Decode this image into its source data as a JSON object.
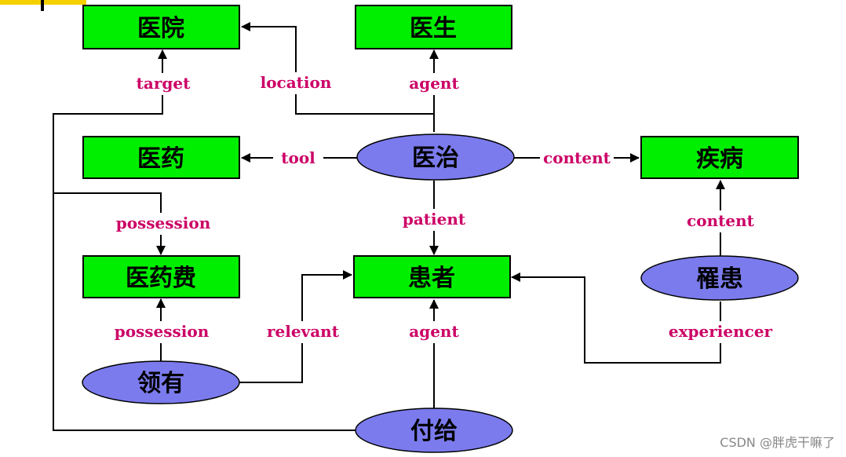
{
  "nodes": {
    "yiyuan": "医院",
    "yisheng": "医生",
    "yiyao": "医药",
    "jibing": "疾病",
    "yizhi": "医治",
    "yiyaofei": "医药费",
    "huanzhe": "患者",
    "lihuan": "罹患",
    "lingyou": "领有",
    "fugei": "付给"
  },
  "labels": {
    "target": "target",
    "location": "location",
    "agent_top": "agent",
    "tool": "tool",
    "content_right": "content",
    "possession_top": "possession",
    "patient": "patient",
    "content_up": "content",
    "possession_bottom": "possession",
    "relevant": "relevant",
    "agent_bottom": "agent",
    "experiencer": "experiencer"
  },
  "colors": {
    "box_fill": "#00ee00",
    "ellipse_fill": "#7b7bee",
    "label_text": "#cc0066",
    "corner_mark": "#f5d000"
  },
  "watermark": "CSDN @胖虎干嘛了"
}
